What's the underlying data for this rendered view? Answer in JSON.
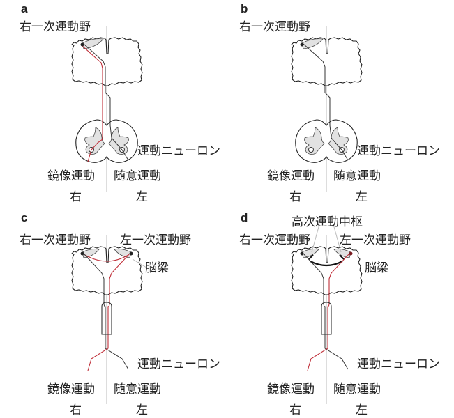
{
  "panels": [
    {
      "id": "a",
      "letter": "a",
      "right_m1": "右一次運動野",
      "motor_neuron": "運動ニューロン",
      "mirror": "鏡像運動",
      "voluntary": "随意運動",
      "right": "右",
      "left": "左"
    },
    {
      "id": "b",
      "letter": "b",
      "right_m1": "右一次運動野",
      "motor_neuron": "運動ニューロン",
      "mirror": "鏡像運動",
      "voluntary": "随意運動",
      "right": "右",
      "left": "左"
    },
    {
      "id": "c",
      "letter": "c",
      "right_m1": "右一次運動野",
      "left_m1": "左一次運動野",
      "callosum": "脳梁",
      "motor_neuron": "運動ニューロン",
      "mirror": "鏡像運動",
      "voluntary": "随意運動",
      "right": "右",
      "left": "左"
    },
    {
      "id": "d",
      "letter": "d",
      "higher": "高次運動中枢",
      "right_m1": "右一次運動野",
      "left_m1": "左一次運動野",
      "callosum": "脳梁",
      "motor_neuron": "運動ニューロン",
      "mirror": "鏡像運動",
      "voluntary": "随意運動",
      "right": "右",
      "left": "左"
    }
  ],
  "colors": {
    "pathway_red": "#c0303a",
    "gray_matter": "#e2e2e2"
  }
}
